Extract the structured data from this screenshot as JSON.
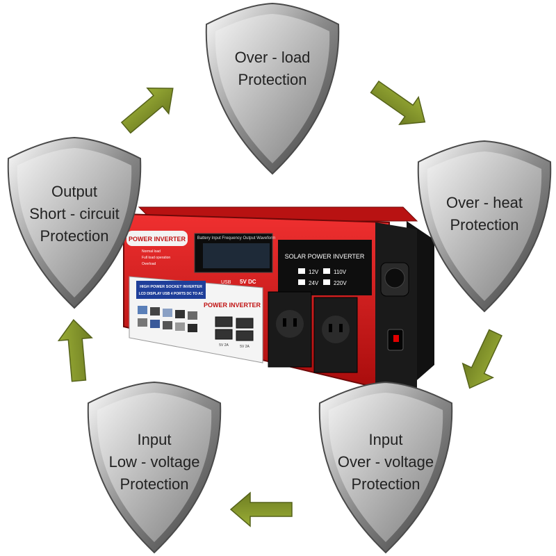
{
  "shields": [
    {
      "id": "overload",
      "lines": [
        "Over - load",
        "Protection"
      ]
    },
    {
      "id": "overheat",
      "lines": [
        "Over - heat",
        "Protection"
      ]
    },
    {
      "id": "input-overvoltage",
      "lines": [
        "Input",
        "Over - voltage",
        "Protection"
      ]
    },
    {
      "id": "input-lowvoltage",
      "lines": [
        "Input",
        "Low - voltage",
        "Protection"
      ]
    },
    {
      "id": "output-shortcircuit",
      "lines": [
        "Output",
        "Short - circuit",
        "Protection"
      ]
    }
  ],
  "device": {
    "brand_label": "POWER INVERTER",
    "legend": [
      "Normal load",
      "Full load operation",
      "Overload"
    ],
    "display_header": "Battery Input Frequency Output Waveform",
    "usb_label": "5V DC",
    "solar_title": "SOLAR POWER INVERTER",
    "voltages": [
      "12V",
      "110V",
      "24V",
      "220V"
    ],
    "panel_line1": "HIGH POWER SOCKET INVERTER",
    "panel_line2": "LCD DISPLAY USB 4 PORTS DC TO AC",
    "panel_brand": "POWER INVERTER",
    "usb_ratings": [
      "5V 2A",
      "5V 2A"
    ]
  },
  "colors": {
    "arrow": "#8a9a2e",
    "shield_silver": "#c8c8c8",
    "device_red": "#d01818",
    "device_black": "#151515"
  }
}
